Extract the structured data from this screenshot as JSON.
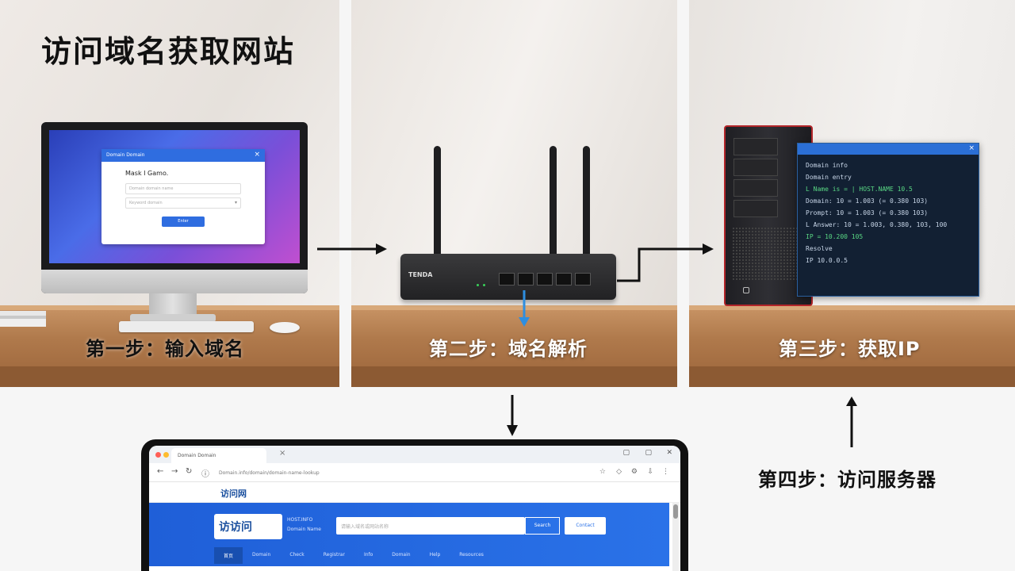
{
  "title": "访问域名获取网站",
  "steps": {
    "step1": "第一步：输入域名",
    "step2": "第二步：域名解析",
    "step3": "第三步：获取IP",
    "step4": "第四步：访问服务器"
  },
  "monitor_dialog": {
    "title_bar": "Domain Domain",
    "heading": "Mask I Gamo.",
    "field1_placeholder": "Domain domain name",
    "field2_placeholder": "Keyword domain",
    "button": "Enter"
  },
  "router": {
    "brand": "TENDA"
  },
  "server_console": {
    "title_bar": "Domain Info",
    "lines": [
      "Domain info",
      "Domain entry",
      "L Name is = | HOST.NAME 10.5",
      "Domain: 10 = 1.003 (= 0.380 103)",
      "Prompt: 10 = 1.003 (= 0.380 103)",
      "L Answer: 10 = 1.003, 0.380, 103, 100",
      "IP = 10.200 105",
      "Resolve",
      "IP 10.0.0.5"
    ]
  },
  "browser": {
    "tab_title": "Domain Domain",
    "url": "Domain.info/domain/domain-name-lookup",
    "brand": "访问网",
    "hero_logo": "访访问",
    "hero_sub1": "HOST.INFO",
    "hero_sub2": "Domain Name",
    "search_placeholder": "请输入域名或网站名称",
    "search_button": "Search",
    "secondary_button": "Contact",
    "nav": [
      "首页",
      "Domain",
      "Check",
      "Registrar",
      "Info",
      "Domain",
      "Help",
      "Resources"
    ]
  },
  "colors": {
    "accent": "#2f6de0",
    "console_green": "#59d884",
    "arrow_blue": "#2e8ee0"
  }
}
